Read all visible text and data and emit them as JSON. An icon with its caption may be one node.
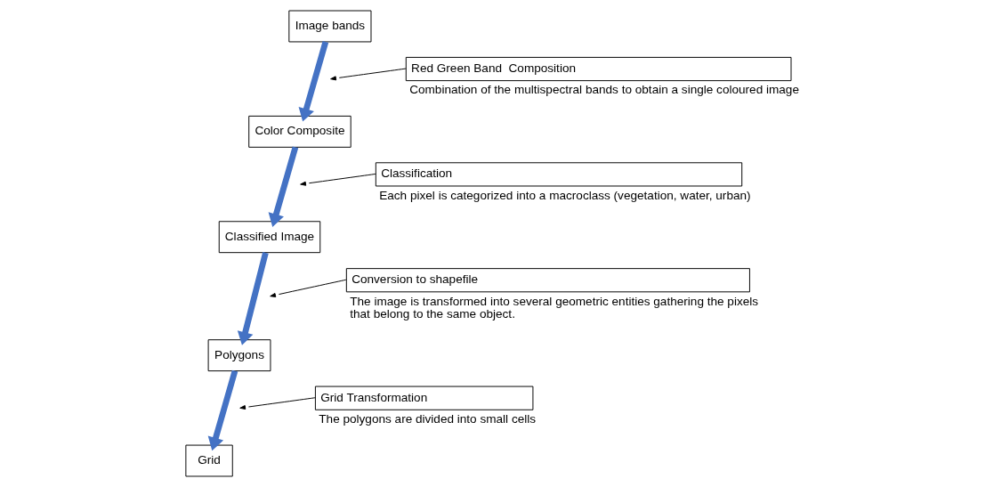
{
  "diagram": {
    "nodes": [
      {
        "text": [
          "Image bands"
        ]
      },
      {
        "text": [
          "Red Green Band  Composition"
        ],
        "beside": [
          "Combination of the multispectral bands to obtain a single coloured image"
        ]
      },
      {
        "text": [
          "Color Composite"
        ]
      },
      {
        "text": [
          "Classification"
        ],
        "beside": [
          "Each pixel is categorized into a macroclass (vegetation, water, urban)"
        ]
      },
      {
        "text": [
          "Classified Image"
        ]
      },
      {
        "text": [
          "Conversion to shapefile"
        ],
        "beside": [
          "The image is transformed into several geometric entities gathering the pixels that belong to the same object."
        ]
      },
      {
        "text": [
          "Polygons"
        ]
      },
      {
        "text": [
          "Grid Transformation"
        ],
        "beside": [
          "The polygons are divided into small cells"
        ]
      },
      {
        "text": [
          "Grid"
        ]
      }
    ],
    "edges": [
      {
        "from": 0,
        "to": 2,
        "arrow": "to",
        "style": "thick",
        "color": "#4472c4"
      },
      {
        "from": 1,
        "to": null,
        "arrow": "to",
        "color": "#000000"
      },
      {
        "from": 2,
        "to": 4,
        "arrow": "to",
        "style": "thick",
        "color": "#4472c4"
      },
      {
        "from": 3,
        "to": null,
        "arrow": "to",
        "color": "#000000"
      },
      {
        "from": 4,
        "to": 6,
        "arrow": "to",
        "style": "thick",
        "color": "#4472c4"
      },
      {
        "from": 5,
        "to": null,
        "arrow": "to",
        "color": "#000000"
      },
      {
        "from": 6,
        "to": 8,
        "arrow": "to",
        "style": "thick",
        "color": "#4472c4"
      },
      {
        "from": 7,
        "to": null,
        "arrow": "to",
        "color": "#000000"
      }
    ]
  }
}
